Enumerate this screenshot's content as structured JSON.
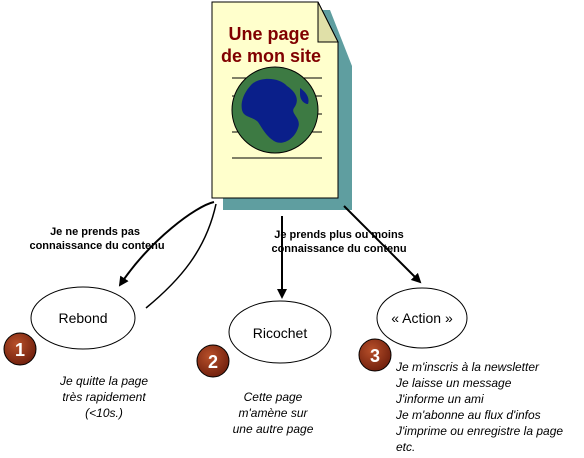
{
  "document": {
    "title_line1": "Une page",
    "title_line2": "de mon site",
    "icon": "globe-icon"
  },
  "arrows": {
    "left_label_line1": "Je ne prends pas",
    "left_label_line2": "connaissance du contenu",
    "middle_label_line1": "Je prends plus ou moins",
    "middle_label_line2": "connaissance du contenu"
  },
  "outcomes": [
    {
      "number": "1",
      "label": "Rebond",
      "description": [
        "Je quitte la page",
        "très rapidement",
        "(<10s.)"
      ]
    },
    {
      "number": "2",
      "label": "Ricochet",
      "description": [
        "Cette page",
        "m'amène sur",
        "une autre page"
      ]
    },
    {
      "number": "3",
      "label": "« Action »",
      "description": [
        "Je m'inscris à la newsletter",
        "Je laisse un message",
        "J'informe un ami",
        "Je m'abonne au flux d'infos",
        "J'imprime ou enregistre la page",
        "etc."
      ]
    }
  ],
  "colors": {
    "page_fill": "#ffffcc",
    "page_shadow": "#5f9ea0",
    "title": "#800000",
    "globe_ocean": "#3d7a43",
    "globe_land": "#0a1f8a",
    "badge": "#8b2a12"
  }
}
